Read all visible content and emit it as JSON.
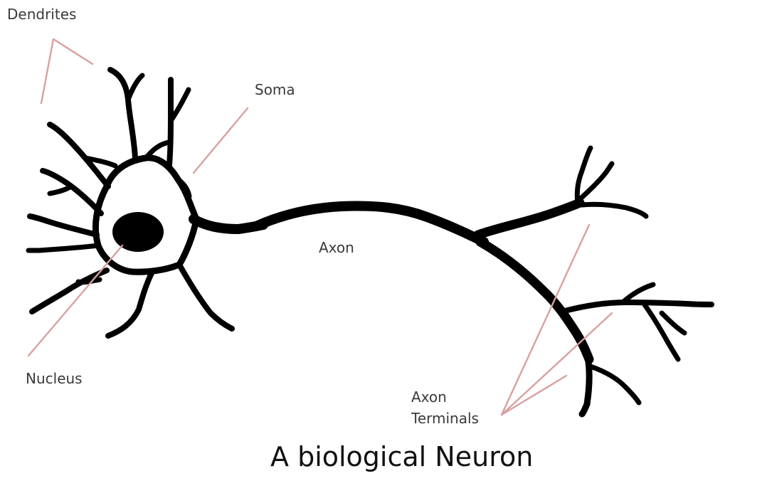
{
  "diagram": {
    "title": "A biological Neuron",
    "labels": {
      "dendrites": "Dendrites",
      "soma": "Soma",
      "nucleus": "Nucleus",
      "axon": "Axon",
      "axon_terminals_line1": "Axon",
      "axon_terminals_line2": "Terminals"
    },
    "colors": {
      "neuron_ink": "#000000",
      "pointer_line": "#d9a0a0",
      "label_text": "#3a3a3a",
      "background": "#ffffff"
    }
  }
}
